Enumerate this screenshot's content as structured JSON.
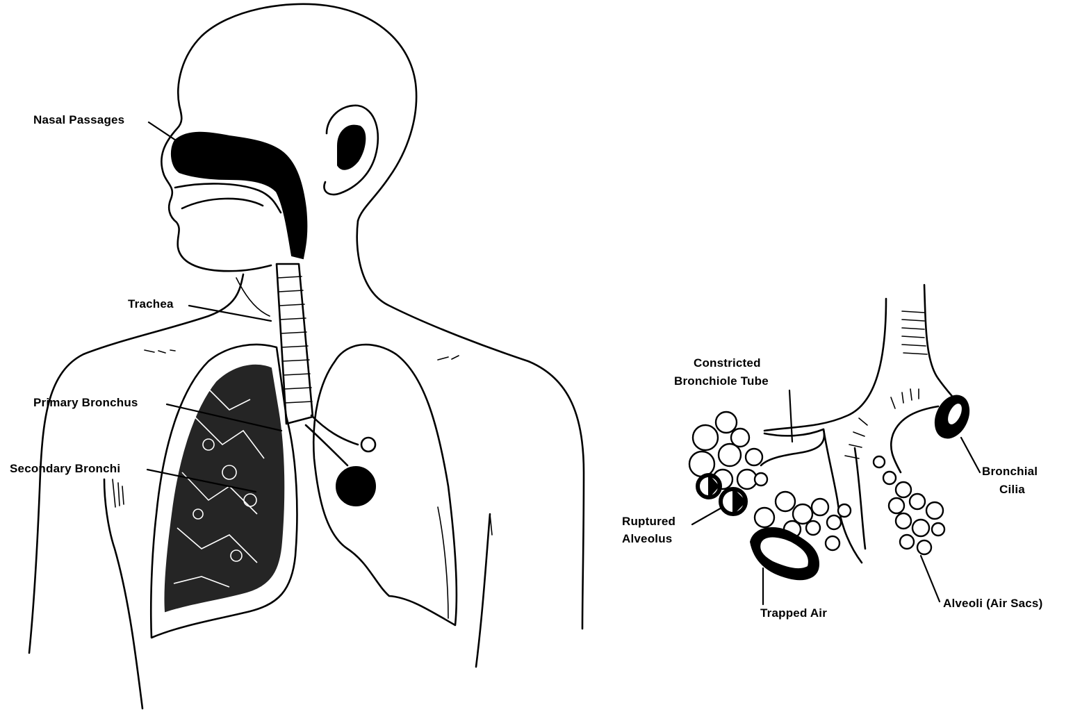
{
  "labels": {
    "nasal_passages": "Nasal Passages",
    "trachea": "Trachea",
    "primary_bronchus": "Primary Bronchus",
    "secondary_bronchi": "Secondary Bronchi",
    "constricted_line1": "Constricted",
    "constricted_line2": "Bronchiole Tube",
    "bronchial_line1": "Bronchial",
    "bronchial_line2": "Cilia",
    "ruptured_line1": "Ruptured",
    "ruptured_line2": "Alveolus",
    "trapped_air": "Trapped Air",
    "alveoli": "Alveoli (Air Sacs)"
  },
  "colors": {
    "ink": "#000000",
    "paper": "#ffffff"
  }
}
